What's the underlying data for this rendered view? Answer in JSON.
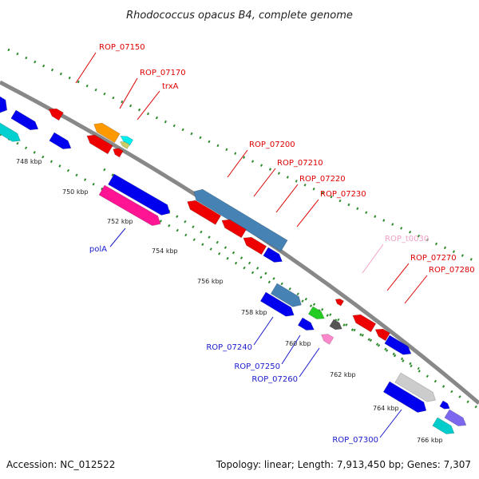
{
  "title": "Rhodococcus opacus B4, complete genome",
  "footer": {
    "accession": "Accession: NC_012522",
    "topology": "Topology: linear; Length: 7,913,450 bp; Genes: 7,307"
  },
  "colors": {
    "backbone": "#888888",
    "grid_dots": "#2e8b2e",
    "label_red": "#dd0000",
    "label_blue": "#1a1acc",
    "label_pink": "#f0a0c8"
  },
  "ticks": [
    "748 kbp",
    "750 kbp",
    "752 kbp",
    "754 kbp",
    "756 kbp",
    "758 kbp",
    "760 kbp",
    "762 kbp",
    "764 kbp",
    "766 kbp"
  ],
  "gene_labels": [
    {
      "name": "ROP_07150",
      "color": "#dd0000"
    },
    {
      "name": "ROP_07170",
      "color": "#dd0000"
    },
    {
      "name": "trxA",
      "color": "#dd0000"
    },
    {
      "name": "ROP_07200",
      "color": "#dd0000"
    },
    {
      "name": "ROP_07210",
      "color": "#dd0000"
    },
    {
      "name": "ROP_07220",
      "color": "#dd0000"
    },
    {
      "name": "ROP_07230",
      "color": "#dd0000"
    },
    {
      "name": "ROP_t0030",
      "color": "#f0a0c8"
    },
    {
      "name": "ROP_07270",
      "color": "#dd0000"
    },
    {
      "name": "ROP_07280",
      "color": "#dd0000"
    },
    {
      "name": "polA",
      "color": "#1a1acc"
    },
    {
      "name": "ROP_07240",
      "color": "#1a1acc"
    },
    {
      "name": "ROP_07250",
      "color": "#1a1acc"
    },
    {
      "name": "ROP_07260",
      "color": "#1a1acc"
    },
    {
      "name": "ROP_07300",
      "color": "#1a1acc"
    }
  ],
  "features": [
    {
      "color": "#0000ee",
      "strand": "+"
    },
    {
      "color": "#00d0d0",
      "strand": "+"
    },
    {
      "color": "#22cc22",
      "strand": "+"
    },
    {
      "color": "#0000ee",
      "strand": "+"
    },
    {
      "color": "#0000ee",
      "strand": "+"
    },
    {
      "color": "#ee0000",
      "strand": "-"
    },
    {
      "color": "#ff9900",
      "strand": "-"
    },
    {
      "color": "#00eeee",
      "strand": "-"
    },
    {
      "color": "#ee0000",
      "strand": "-"
    },
    {
      "color": "#cccc66",
      "strand": "-"
    },
    {
      "color": "#ee0000",
      "strand": "-"
    },
    {
      "color": "#0000ee",
      "strand": "+"
    },
    {
      "color": "#ff1493",
      "strand": "+"
    },
    {
      "color": "#4682b4",
      "strand": "-"
    },
    {
      "color": "#ee0000",
      "strand": "-"
    },
    {
      "color": "#ee0000",
      "strand": "-"
    },
    {
      "color": "#ee0000",
      "strand": "-"
    },
    {
      "color": "#0000ee",
      "strand": "+"
    },
    {
      "color": "#4682b4",
      "strand": "+"
    },
    {
      "color": "#0000ee",
      "strand": "+"
    },
    {
      "color": "#22cc22",
      "strand": "+"
    },
    {
      "color": "#0000ee",
      "strand": "+"
    },
    {
      "color": "#555555",
      "strand": "+"
    },
    {
      "color": "#ff88cc",
      "strand": "-"
    },
    {
      "color": "#ee0000",
      "strand": "-"
    },
    {
      "color": "#ee0000",
      "strand": "-"
    },
    {
      "color": "#ee0000",
      "strand": "-"
    },
    {
      "color": "#0000ee",
      "strand": "+"
    },
    {
      "color": "#cccccc",
      "strand": "+"
    },
    {
      "color": "#0000ee",
      "strand": "+"
    },
    {
      "color": "#0000ee",
      "strand": "+"
    },
    {
      "color": "#7b68ee",
      "strand": "+"
    },
    {
      "color": "#00cccc",
      "strand": "+"
    }
  ]
}
